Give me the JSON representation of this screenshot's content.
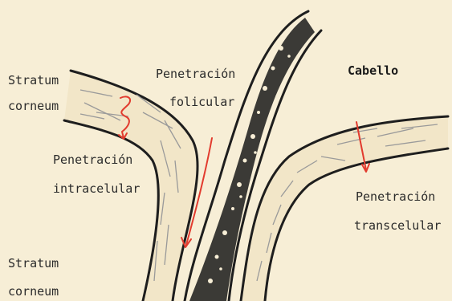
{
  "labels": {
    "stratum_corneum_top_1": "Stratum",
    "stratum_corneum_top_2": "corneum",
    "penetracion_folicular_1": "Penetración",
    "penetracion_folicular_2": "folicular",
    "cabello": "Cabello",
    "penetracion_intracelular_1": "Penetración",
    "penetracion_intracelular_2": "intracelular",
    "penetracion_transcelular_1": "Penetración",
    "penetracion_transcelular_2": "transcelular",
    "stratum_corneum_bottom_1": "Stratum",
    "stratum_corneum_bottom_2": "corneum"
  },
  "colors": {
    "background": "#f7eed6",
    "outline": "#1e1e1e",
    "hair": "#1a1a1a",
    "arrow": "#e23b2e",
    "cell_lines": "#9a9a9a"
  }
}
